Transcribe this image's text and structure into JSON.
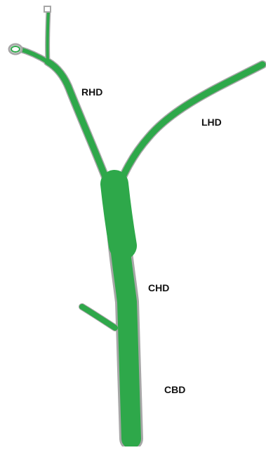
{
  "diagram": {
    "labels": {
      "rhd": "RHD",
      "lhd": "LHD",
      "chd": "CHD",
      "cbd": "CBD"
    },
    "colors": {
      "duct_fill": "#2ea84a",
      "duct_outline": "#a7a7a7",
      "background": "#ffffff"
    }
  }
}
